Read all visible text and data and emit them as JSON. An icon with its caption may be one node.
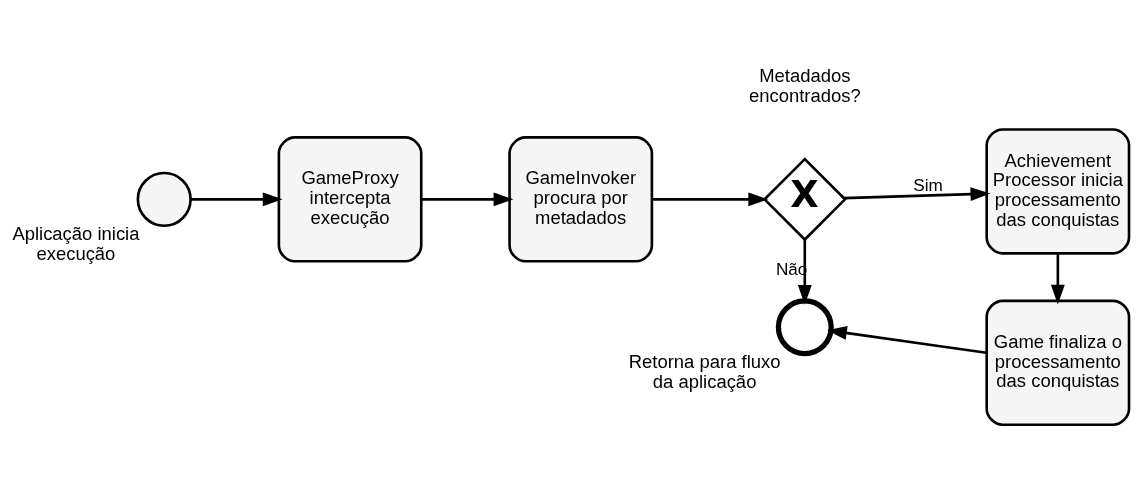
{
  "diagram": {
    "nodes": [
      {
        "text": [],
        "shape": "circle",
        "beside": [
          "Aplicação inicia execução"
        ]
      },
      {
        "text": [
          "GameProxy intercepta execução"
        ]
      },
      {
        "text": [
          "GameInvoker procura por metadados"
        ]
      },
      {
        "text": [
          "X"
        ],
        "beside": [
          "Metadados encontrados?"
        ]
      },
      {
        "text": [
          "Achievement Processor inicia processamento das conquistas"
        ]
      },
      {
        "text": [
          "Game finaliza o processamento das conquistas"
        ]
      },
      {
        "text": [],
        "shape": "circle",
        "beside": [
          "Retorna para fluxo da aplicação"
        ]
      }
    ],
    "edges": [
      {
        "from": 0,
        "to": 1,
        "arrow": "to"
      },
      {
        "from": 1,
        "to": 2,
        "arrow": "to"
      },
      {
        "from": 2,
        "to": 3,
        "arrow": "to"
      },
      {
        "from": 3,
        "to": 4,
        "arrow": "to",
        "label": "Sim"
      },
      {
        "from": 4,
        "to": 5,
        "arrow": "to"
      },
      {
        "from": 5,
        "to": 6,
        "arrow": "to"
      },
      {
        "from": 3,
        "to": 6,
        "arrow": "to",
        "label": "Não"
      }
    ]
  }
}
